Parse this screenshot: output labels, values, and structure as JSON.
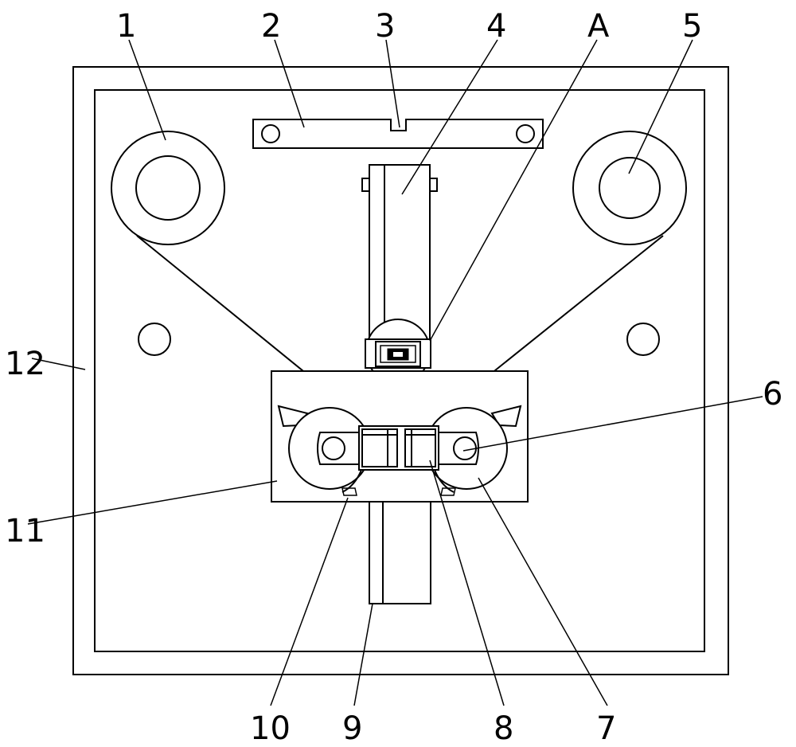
{
  "callouts": {
    "c1": "1",
    "c2": "2",
    "c3": "3",
    "c4": "4",
    "cA": "A",
    "c5": "5",
    "c6": "6",
    "c7": "7",
    "c8": "8",
    "c9": "9",
    "c10": "10",
    "c11": "11",
    "c12": "12"
  },
  "colors": {
    "line": "#000000",
    "background": "#ffffff"
  }
}
